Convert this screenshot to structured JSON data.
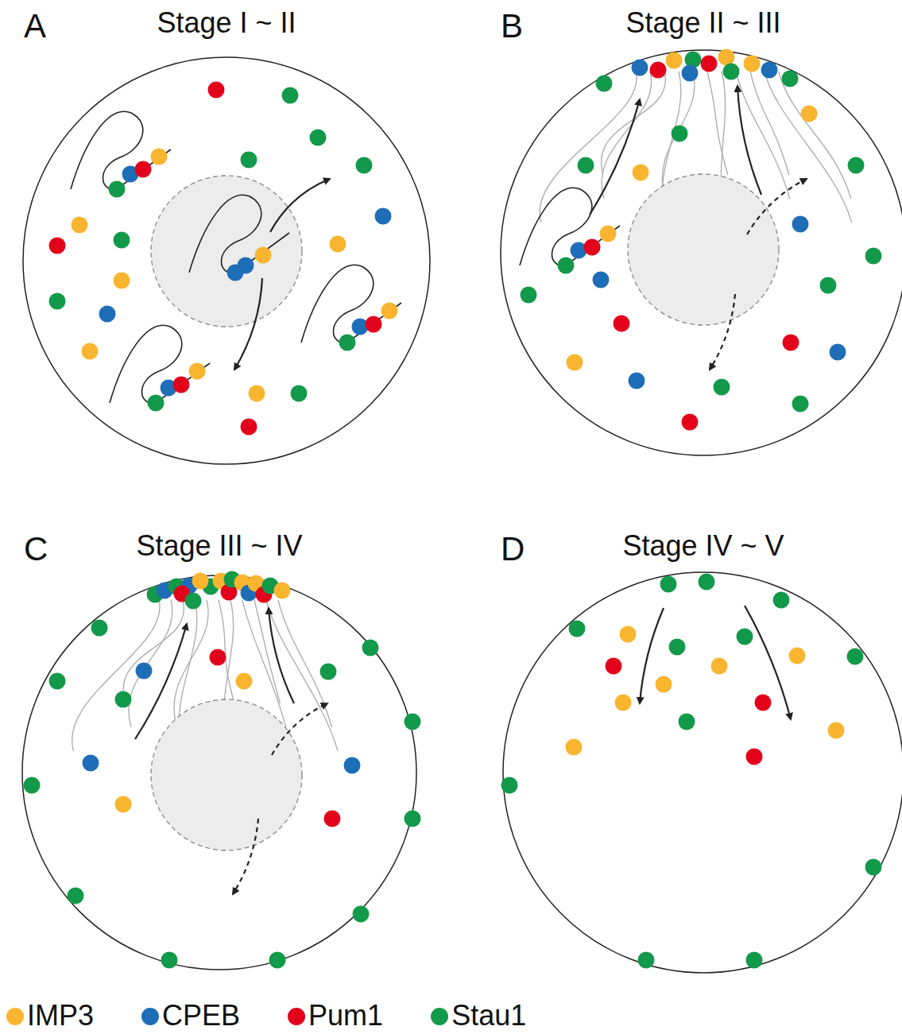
{
  "diagram": {
    "nodes": [
      {
        "text": [
          "Stage I ~ II"
        ]
      },
      {
        "text": [
          "Stage II ~ III"
        ]
      },
      {
        "text": [
          "Stage III ~ IV"
        ]
      },
      {
        "text": [
          "Stage IV ~ V"
        ]
      }
    ],
    "labels": [
      "A",
      "B",
      "C",
      "D"
    ],
    "legend": [
      {
        "text": "IMP3",
        "color": "#F9B52F"
      },
      {
        "text": "CPEB",
        "color": "#1E6EB7"
      },
      {
        "text": "Pum1",
        "color": "#E3001B"
      },
      {
        "text": "Stau1",
        "color": "#12994A"
      }
    ]
  }
}
